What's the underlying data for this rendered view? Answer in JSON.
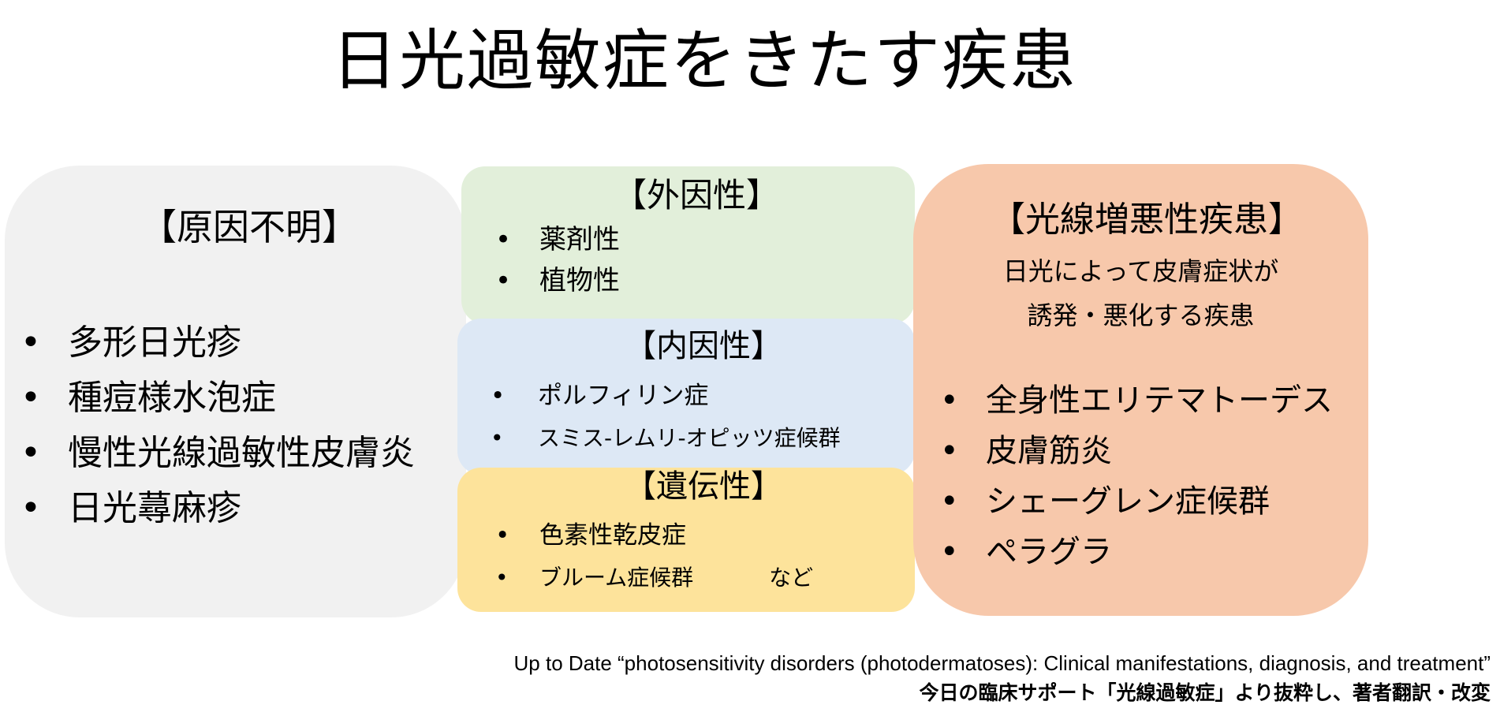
{
  "title": "日光過敏症をきたす疾患",
  "unknown": {
    "heading": "【原因不明】",
    "items": [
      "多形日光疹",
      "種痘様水泡症",
      "慢性光線過敏性皮膚炎",
      "日光蕁麻疹"
    ]
  },
  "exogenous": {
    "heading": "【外因性】",
    "items": [
      "薬剤性",
      "植物性"
    ]
  },
  "endogenous": {
    "heading": "【内因性】",
    "items": [
      "ポルフィリン症",
      "スミス-レムリ-オピッツ症候群"
    ]
  },
  "hereditary": {
    "heading": "【遺伝性】",
    "items": [
      "色素性乾皮症",
      "ブルーム症候群"
    ],
    "suffix": "など"
  },
  "photo_aggravated": {
    "heading": "【光線増悪性疾患】",
    "description": [
      "日光によって皮膚症状が",
      "誘発・悪化する疾患"
    ],
    "items": [
      "全身性エリテマトーデス",
      "皮膚筋炎",
      "シェーグレン症候群",
      "ペラグラ"
    ]
  },
  "source": {
    "line1": "Up to Date “photosensitivity disorders (photodermatoses): Clinical manifestations, diagnosis, and treatment”",
    "line2": "今日の臨床サポート「光線過敏症」より抜粋し、著者翻訳・改変"
  },
  "colors": {
    "gray": "#f1f1f1",
    "green": "#e2efda",
    "blue": "#dde8f5",
    "yellow": "#fde39b",
    "orange": "#f7c8ab"
  }
}
